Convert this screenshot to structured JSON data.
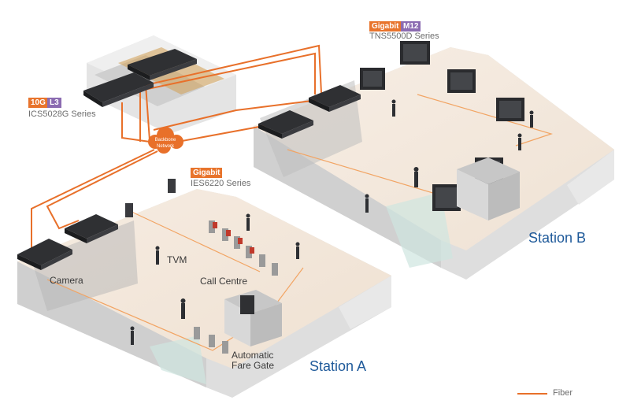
{
  "colors": {
    "fiber": "#e8702a",
    "badge_orange": "#e8742c",
    "badge_purple": "#8b6bb1",
    "station_text": "#1f5a9a"
  },
  "products": {
    "ics": {
      "badge_1": "10G",
      "badge_2": "L3",
      "series": "ICS5028G Series"
    },
    "ies": {
      "badge_1": "Gigabit",
      "series": "IES6220 Series"
    },
    "tns": {
      "badge_1": "Gigabit",
      "badge_2": "M12",
      "series": "TNS5500D Series"
    }
  },
  "cloud": {
    "line1": "Backbone",
    "line2": "Network"
  },
  "labels": {
    "camera": "Camera",
    "tvm": "TVM",
    "call_centre": "Call Centre",
    "fare_gate_line1": "Automatic",
    "fare_gate_line2": "Fare Gate"
  },
  "stations": {
    "a": "Station A",
    "b": "Station B"
  },
  "legend": {
    "fiber": "Fiber"
  }
}
